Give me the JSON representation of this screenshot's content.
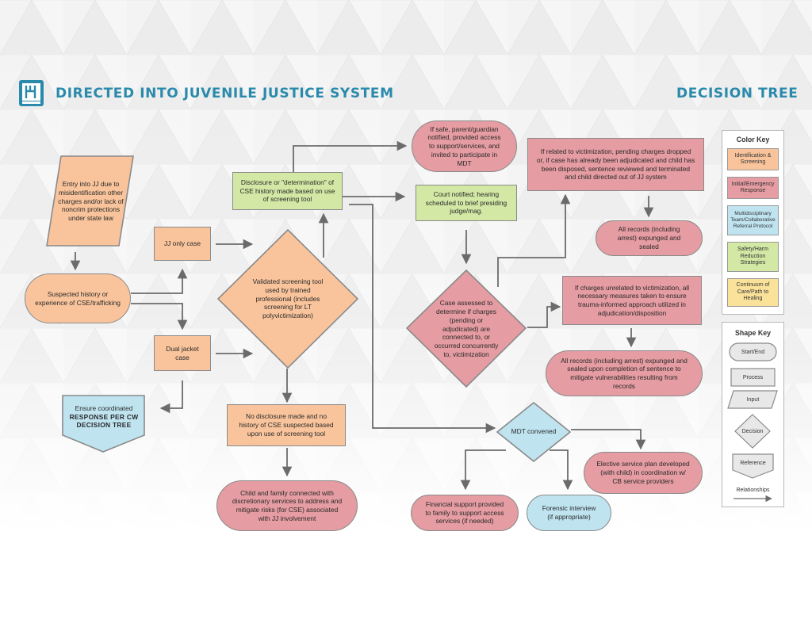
{
  "header": {
    "title": "DIRECTED INTO JUVENILE JUSTICE SYSTEM",
    "subtitle": "DECISION TREE",
    "logo_icon": "book-icon",
    "accent_color": "#2a8aab"
  },
  "nodes": {
    "entry": "Entry into JJ due to misidentification other charges and/or lack of noncrim protections under state law",
    "suspected": "Suspected history or experience of CSE/trafficking",
    "jj_only": "JJ only case",
    "dual_jacket": "Dual jacket case",
    "ensure_line1": "Ensure coordinated",
    "ensure_line2": "RESPONSE PER CW DECISION TREE",
    "screening_tool": "Validated screening tool used by trained professional (includes screening for LT polyvictimization)",
    "disclosure": "Disclosure or \"determination\" of CSE history made based on use of screening tool",
    "no_disclosure": "No disclosure made and no history of CSE suspected based upon use of screening tool",
    "child_family": "Child and family connected with discretionary services to address and mitigate risks (for CSE) associated with JJ involvement",
    "parent_notified": "If safe, parent/guardian notified, provided access to support/services, and invited to participate in MDT",
    "court_notified": "Court notified; hearing scheduled to brief presiding judge/mag.",
    "case_assessed": "Case assessed to determine if charges (pending or adjudicated) are connected to, or occurred concurrently to, victimization",
    "related_victimization": "If related to victimization, pending charges dropped or, if case has already been adjudicated and child has been disposed, sentence reviewed and terminated and child directed out of JJ system",
    "records_expunged": "All records (including arrest) expunged and sealed",
    "charges_unrelated": "If charges unrelated to victimization, all necessary measures taken to ensure trauma-informed approach utilized in adjudication/disposition",
    "records_after_sentence": "All records (including arrest) expunged and sealed upon completion of sentence to mitigate vulnerabilities resulting from records",
    "mdt_convened": "MDT convened",
    "elective_plan": "Elective service plan developed (with child) in coordination w/ CB service providers",
    "financial_support": "Financial support provided to family to support access services (if needed)",
    "forensic_interview": "Forensic interview (if appropriate)"
  },
  "color_key": {
    "title": "Color Key",
    "items": [
      {
        "label": "Identification & Screening",
        "color": "#f9c49c"
      },
      {
        "label": "Initial/Emergency Response",
        "color": "#e59ca2"
      },
      {
        "label": "Multidisciplinary Team/Collaborative Referral Protocol",
        "color": "#bfe4f0"
      },
      {
        "label": "Safety/Harm Reduction Strategies",
        "color": "#d3e8a5"
      },
      {
        "label": "Continuum of Care/Path to Healing",
        "color": "#fbe29a"
      }
    ]
  },
  "shape_key": {
    "title": "Shape Key",
    "items": [
      {
        "label": "Start/End",
        "shape": "pill"
      },
      {
        "label": "Process",
        "shape": "rectangle"
      },
      {
        "label": "Input",
        "shape": "parallelogram"
      },
      {
        "label": "Decision",
        "shape": "diamond"
      },
      {
        "label": "Reference",
        "shape": "pentagon"
      },
      {
        "label": "Relationships",
        "shape": "arrow"
      }
    ]
  }
}
